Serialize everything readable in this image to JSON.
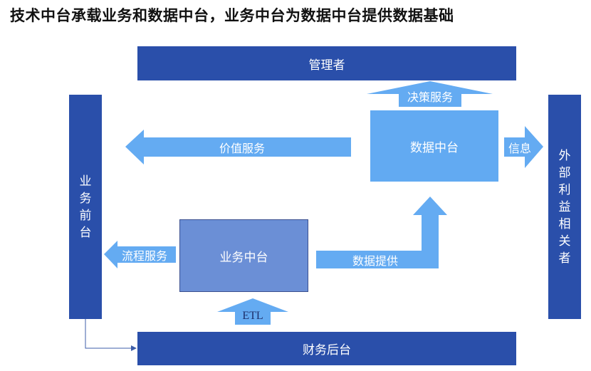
{
  "title": "技术中台承载业务和数据中台，业务中台为数据中台提供数据基础",
  "boxes": {
    "management": "管理者",
    "business_front": "业务前台",
    "data_platform": "数据中台",
    "business_platform": "业务中台",
    "external_stakeholders": "外部利益相关者",
    "finance_backend": "财务后台"
  },
  "arrows": {
    "decision_service": "决策服务",
    "value_service": "价值服务",
    "information": "信息",
    "process_service": "流程服务",
    "data_supply": "数据提供",
    "etl": "ETL"
  },
  "colors": {
    "dark_block": "#2a4faa",
    "data_platform": "#62aaf2",
    "business_platform": "#6b8fd6",
    "arrow": "#64abf2"
  }
}
